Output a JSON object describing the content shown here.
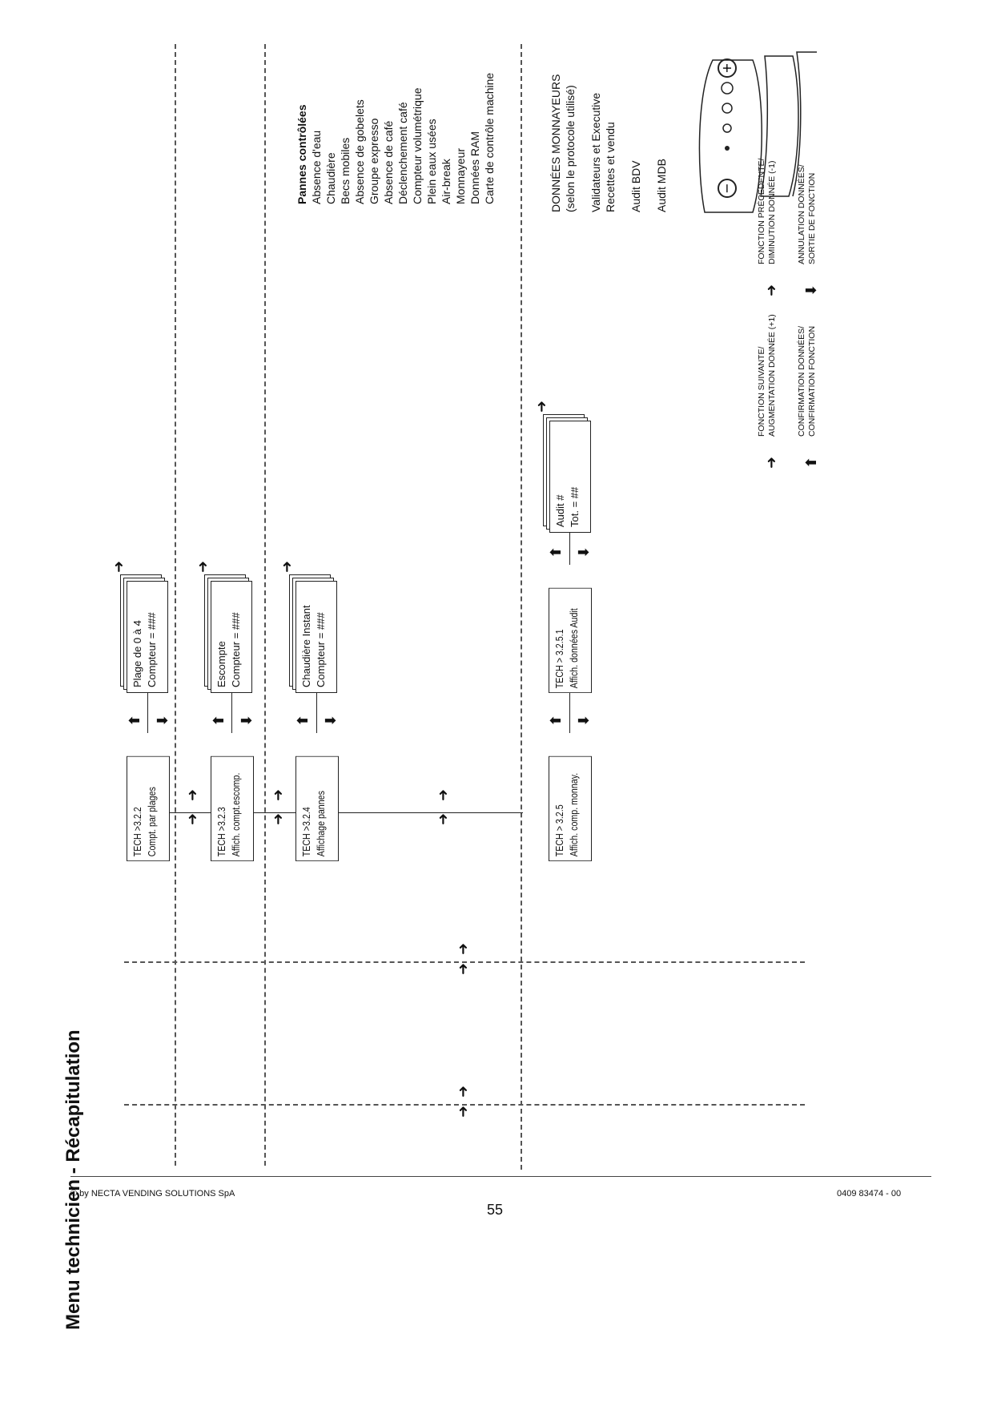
{
  "title": "Menu technicien - Récapitulation",
  "main_boxes": [
    {
      "line1": "TECH >3.2.2",
      "line2": "Compt. par plages"
    },
    {
      "line1": "TECH >3.2.3",
      "line2": "Affich. compt.escomp."
    },
    {
      "line1": "TECH >3.2.4",
      "line2": "Affichage pannes"
    },
    {
      "line1": "TECH > 3.2.5",
      "line2": "Affich. comp. monnay."
    }
  ],
  "sub_boxes": [
    {
      "line1": "Plage de 0 à 4",
      "line2": "Compteur =    ###"
    },
    {
      "line1": "Escompte",
      "line2": "Compteur =    ###"
    },
    {
      "line1": "Chaudière Instant",
      "line2": "Compteur =    ###"
    }
  ],
  "audit_box": {
    "line1": "TECH > 3.2.5.1",
    "line2": "Affich. données Audit"
  },
  "audit_sub": {
    "line1": "Audit #",
    "line2": "Tot. =  ##"
  },
  "faults": {
    "heading": "Pannes contrôlées",
    "items": [
      "Absence d'eau",
      "Chaudière",
      "Becs mobiles",
      "Absence de gobelets",
      "Groupe  expresso",
      "Absence de café",
      "Déclenchement café",
      "Compteur volumétrique",
      "Plein eaux usées",
      "Air-break",
      "Monnayeur",
      "Données RAM",
      "Carte de contrôle machine"
    ]
  },
  "coin_data": {
    "line1": "DONNÉES MONNAYEURS",
    "line2": "(selon le protocole utilisé)",
    "line3": "Validateurs et Executive",
    "line4": "Recettes et vendu",
    "line5": "Audit BDV",
    "line6": "Audit MDB"
  },
  "legend": {
    "next_1": "FONCTION SUIVANTE/",
    "next_2": "AUGMENTATION DONNÉE (+1)",
    "prev_1": "FONCTION PRÉCÉDENTE/",
    "prev_2": "DIMINUTION DONNÉE (-1)",
    "confirm_1": "CONFIRMATION DONNÉES/",
    "confirm_2": "CONFIRMATION FONCTION",
    "cancel_1": "ANNULATION DONNÉES/",
    "cancel_2": "SORTIE DE FONCTION"
  },
  "keypad": {
    "plus": "+",
    "minus": "−"
  },
  "footer": {
    "copyright": "© by NECTA VENDING SOLUTIONS SpA",
    "code": "0409 83474 - 00",
    "page": "55"
  }
}
